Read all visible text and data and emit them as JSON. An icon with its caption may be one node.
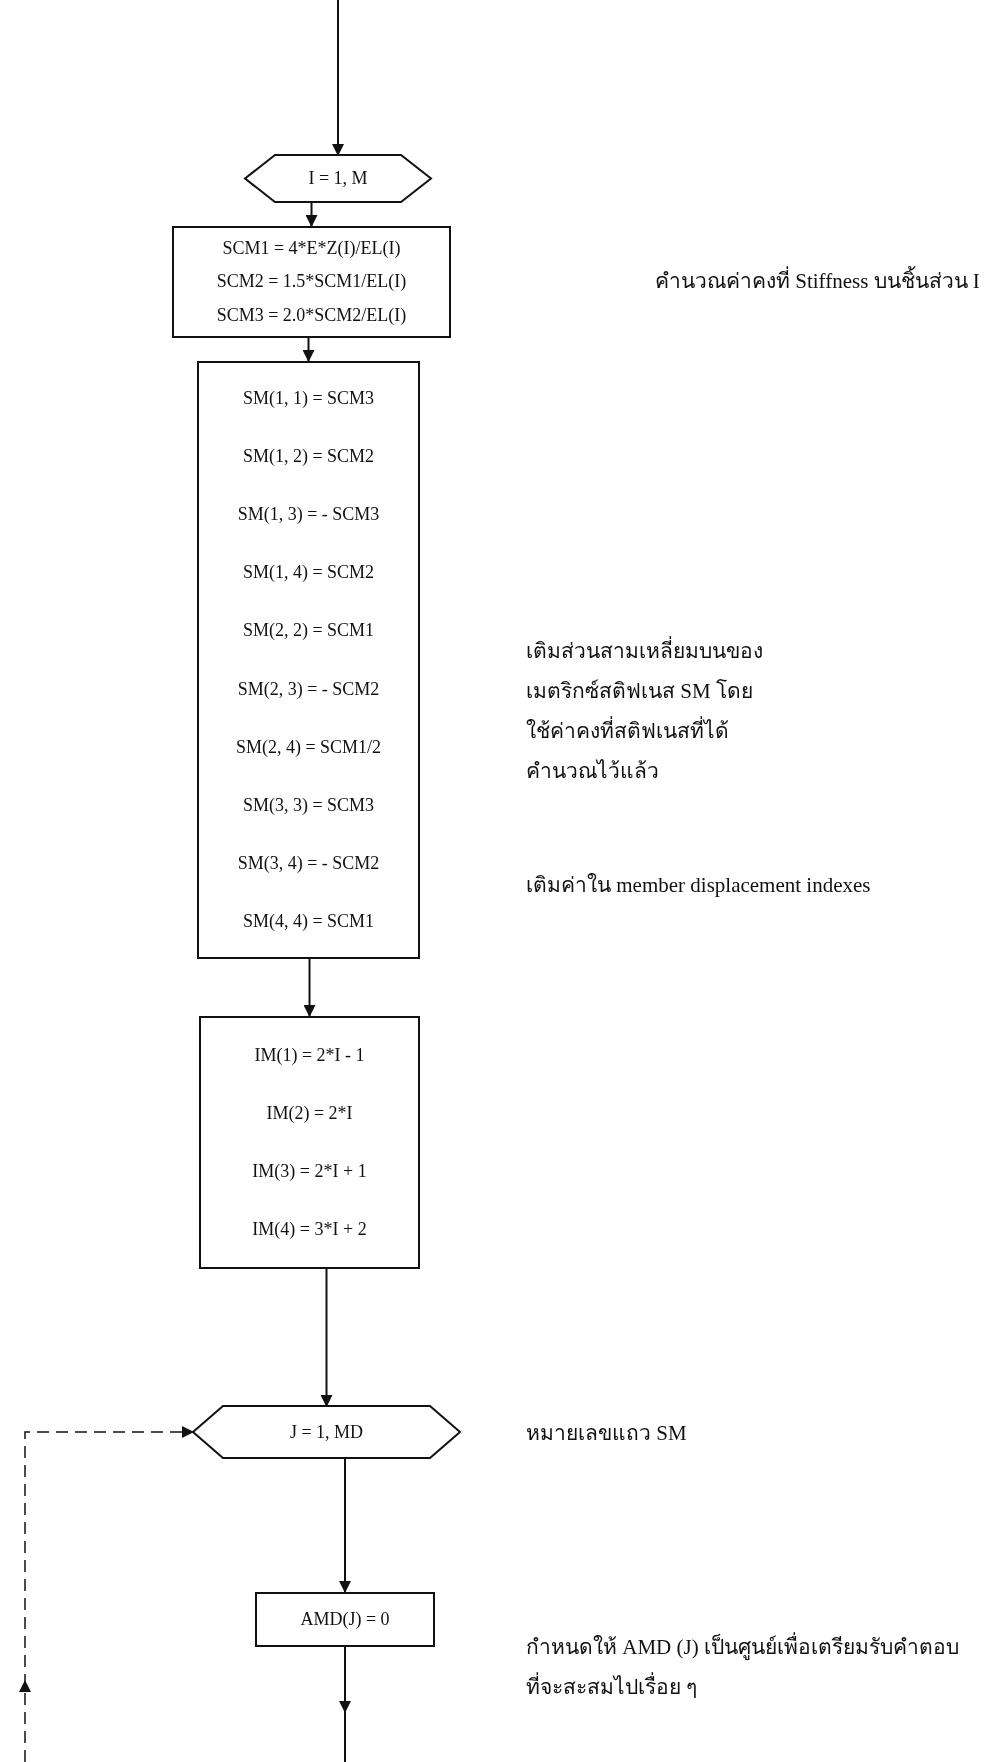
{
  "diagram": {
    "nodes": [
      {
        "text": [
          "I = 1, M"
        ]
      },
      {
        "text": [
          "SCM1 = 4*E*Z(I)/EL(I)",
          "SCM2 = 1.5*SCM1/EL(I)",
          "SCM3 = 2.0*SCM2/EL(I)"
        ]
      },
      {
        "text": [
          "SM(1, 1) = SCM3",
          "SM(1, 2) = SCM2",
          "SM(1, 3) = - SCM3",
          "SM(1, 4) = SCM2",
          "SM(2, 2) = SCM1",
          "SM(2, 3) = - SCM2",
          "SM(2, 4) = SCM1/2",
          "SM(3, 3) = SCM3",
          "SM(3, 4) = - SCM2",
          "SM(4, 4) = SCM1"
        ]
      },
      {
        "text": [
          "IM(1) = 2*I - 1",
          "IM(2) = 2*I",
          "IM(3) = 2*I + 1",
          "IM(4) = 3*I + 2"
        ]
      },
      {
        "text": [
          "J = 1, MD"
        ]
      },
      {
        "text": [
          "AMD(J) = 0"
        ]
      }
    ],
    "edges": [
      {
        "from": null,
        "to": 0,
        "arrow": "to"
      },
      {
        "from": 0,
        "to": 1,
        "arrow": "to"
      },
      {
        "from": 1,
        "to": 2,
        "arrow": "to"
      },
      {
        "from": 2,
        "to": 3,
        "arrow": "to"
      },
      {
        "from": 3,
        "to": 4,
        "arrow": "to"
      },
      {
        "from": 4,
        "to": 5,
        "arrow": "to"
      },
      {
        "from": 5,
        "to": null,
        "arrow": "to"
      },
      {
        "from": null,
        "to": 4,
        "arrow": "to",
        "style": "dashed"
      }
    ],
    "labels": [
      "คำนวณค่าคงที่ Stiffness บนชิ้นส่วน I",
      "เติมส่วนสามเหลี่ยมบนของเมตริกซ์สติฟเนส SM โดยใช้ค่าคงที่สติฟเนสที่ได้คำนวณไว้แล้ว",
      "เติมค่าใน member displacement indexes",
      "หมายเลขแถว SM",
      "กำหนดให้ AMD (J) เป็นศูนย์เพื่อเตรียมรับคำตอบที่จะสะสมไปเรื่อย ๆ"
    ]
  }
}
